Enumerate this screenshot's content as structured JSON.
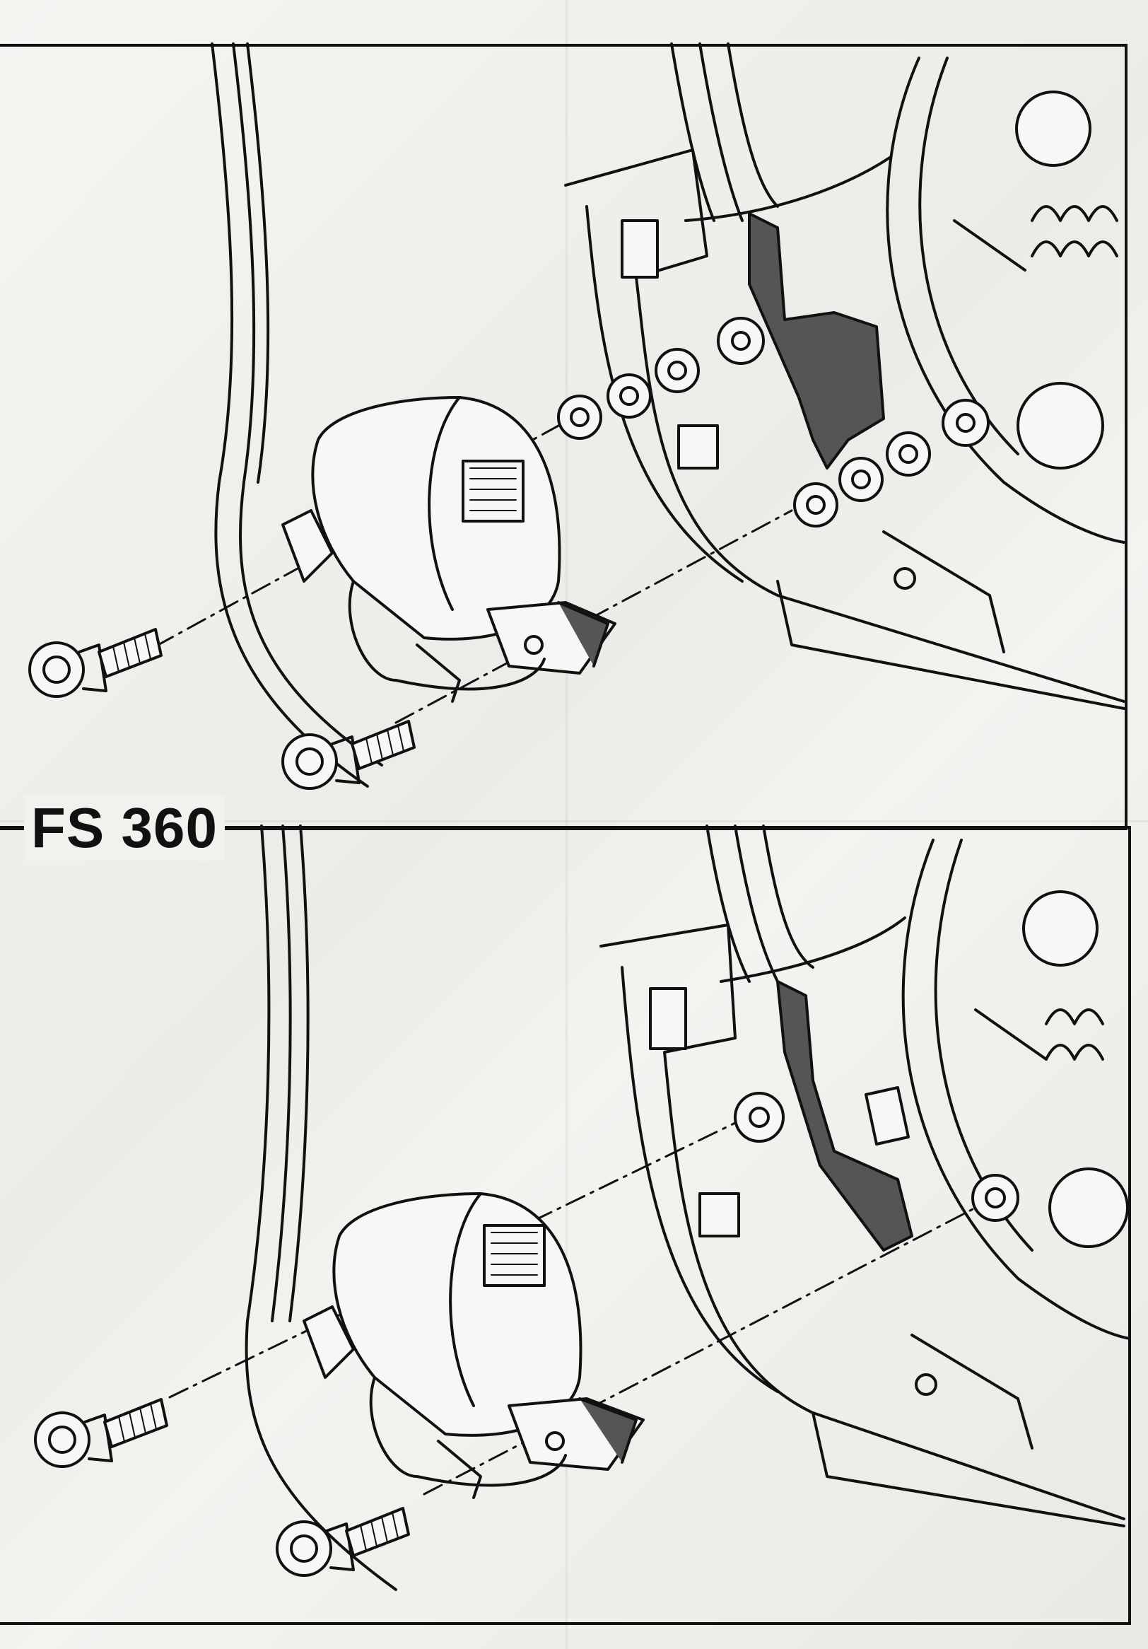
{
  "panels": [
    {
      "label": "",
      "variant": "with-washers"
    },
    {
      "label": "FS 360",
      "variant": "without-washers"
    }
  ],
  "colors": {
    "line": "#111111",
    "paper": "#f2f1ee",
    "part_fill": "#f7f7f5",
    "dark_part": "#555555"
  },
  "icons": [
    "screw-icon",
    "washer-icon",
    "ignition-module-icon",
    "flywheel-icon"
  ]
}
